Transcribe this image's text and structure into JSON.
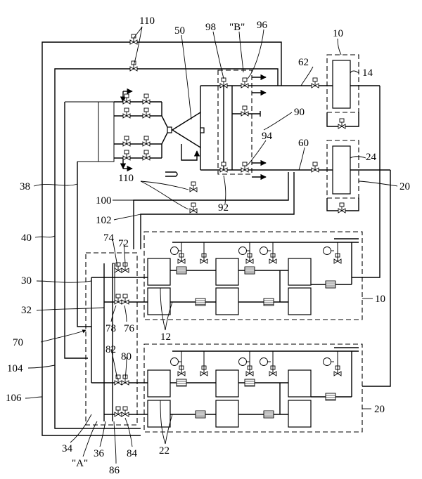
{
  "labels": {
    "n110_top": "110",
    "n50": "50",
    "n98": "98",
    "nB": "\"B\"",
    "n96": "96",
    "n10_top": "10",
    "n62": "62",
    "n14": "14",
    "n90": "90",
    "n94": "94",
    "n60": "60",
    "n24": "24",
    "n20_right": "20",
    "n110_mid": "110",
    "n92": "92",
    "n38": "38",
    "n100": "100",
    "n102": "102",
    "n40": "40",
    "n74": "74",
    "n72": "72",
    "n30": "30",
    "n10_mid": "10",
    "n32": "32",
    "n78": "78",
    "n76": "76",
    "n12": "12",
    "n70": "70",
    "n82": "82",
    "n80": "80",
    "n104": "104",
    "n106": "106",
    "n20_bottom": "20",
    "n34": "34",
    "n36": "36",
    "n84": "84",
    "n22": "22",
    "nA": "\"A\"",
    "n86": "86"
  }
}
